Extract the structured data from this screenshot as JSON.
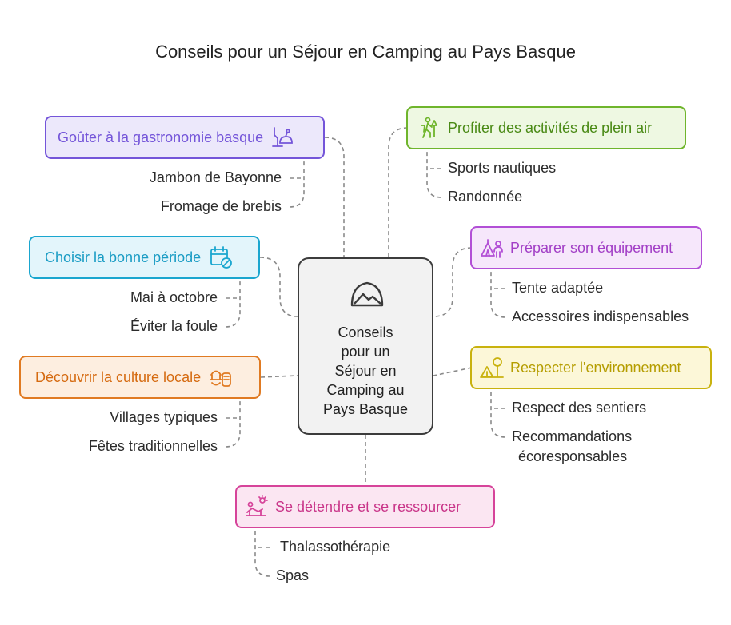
{
  "title": "Conseils pour un Séjour en Camping au Pays Basque",
  "center": {
    "lines": [
      "Conseils",
      "pour un",
      "Séjour en",
      "Camping au",
      "Pays Basque"
    ],
    "icon": "mountain-icon"
  },
  "branches": {
    "gastronomie": {
      "label": "Goûter à la gastronomie basque",
      "icon": "food-plate-icon",
      "color": "#7455d9",
      "items": [
        "Jambon de Bayonne",
        "Fromage de brebis"
      ]
    },
    "periode": {
      "label": "Choisir la bonne période",
      "icon": "calendar-icon",
      "color": "#1aa6cf",
      "items": [
        "Mai à octobre",
        "Éviter la foule"
      ]
    },
    "culture": {
      "label": "Découvrir la culture locale",
      "icon": "culture-icon",
      "color": "#e07a22",
      "items": [
        "Villages typiques",
        "Fêtes traditionnelles"
      ]
    },
    "pleinair": {
      "label": "Profiter des activités de plein air",
      "icon": "hiking-icon",
      "color": "#6fb52c",
      "items": [
        "Sports nautiques",
        "Randonnée"
      ]
    },
    "equipement": {
      "label": "Préparer son équipement",
      "icon": "tent-person-icon",
      "color": "#b24fd6",
      "items": [
        "Tente adaptée",
        "Accessoires indispensables"
      ]
    },
    "environnement": {
      "label": "Respecter l'environnement",
      "icon": "tent-tree-icon",
      "color": "#c9b20e",
      "items": [
        "Respect des sentiers",
        "Recommandations",
        "écoresponsables"
      ]
    },
    "detente": {
      "label": "Se détendre et se ressourcer",
      "icon": "relax-sun-icon",
      "color": "#d6449a",
      "items": [
        "Thalassothérapie",
        "Spas"
      ]
    }
  },
  "colors": {
    "gastronomie_fill": "#ece8fb",
    "periode_fill": "#e3f5fb",
    "culture_fill": "#fdeee0",
    "pleinair_fill": "#eef8e2",
    "equipement_fill": "#f6e7fb",
    "environnement_fill": "#fcf7d8",
    "detente_fill": "#fbe6f2",
    "center_fill": "#f2f2f2",
    "connector": "#8a8a8a"
  }
}
